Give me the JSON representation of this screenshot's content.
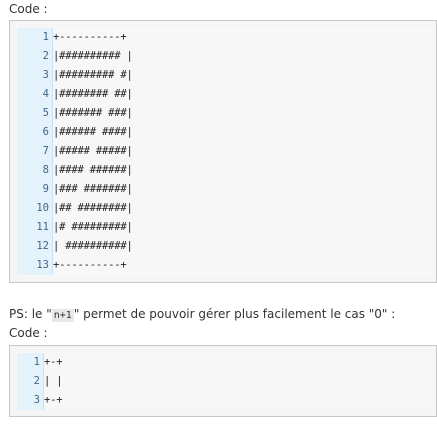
{
  "block1": {
    "label": "Code :",
    "line_numbers": [
      "1",
      "2",
      "3",
      "4",
      "5",
      "6",
      "7",
      "8",
      "9",
      "10",
      "11",
      "12",
      "13"
    ],
    "lines": [
      "+----------+",
      "|########## |",
      "|######### #|",
      "|######## ##|",
      "|####### ###|",
      "|###### ####|",
      "|##### #####|",
      "|#### ######|",
      "|### #######|",
      "|## ########|",
      "|# #########|",
      "| ##########|",
      "+----------+"
    ]
  },
  "ps": {
    "prefix": "PS: le \"",
    "code": "n+1",
    "suffix": "\" permet de pouvoir gérer plus facilement le cas \"0\" :"
  },
  "block2": {
    "label": "Code :",
    "line_numbers": [
      "1",
      "2",
      "3"
    ],
    "lines": [
      "+-+",
      "| |",
      "+-+"
    ]
  }
}
